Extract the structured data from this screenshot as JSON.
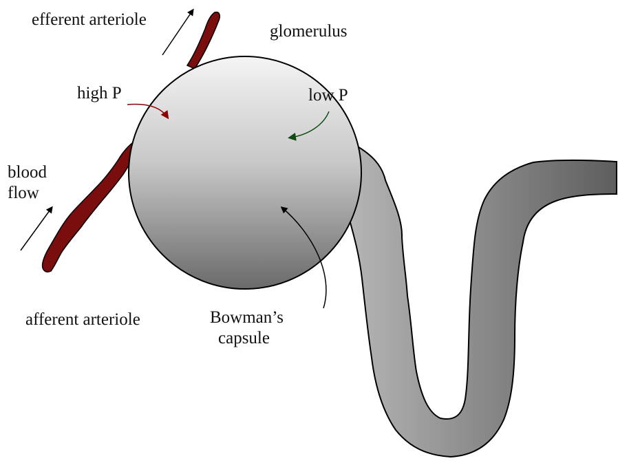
{
  "labels": {
    "efferent": "efferent arteriole",
    "glomerulus": "glomerulus",
    "high_p": "high P",
    "low_p": "low P",
    "blood_line1": "blood",
    "blood_line2": "flow",
    "afferent": "afferent arteriole",
    "bowman_line1": "Bowman’s",
    "bowman_line2": "capsule"
  },
  "colors": {
    "arteriole": "#7a0e0e",
    "high_p_arrow": "#8b0000",
    "low_p_arrow": "#0f4a12",
    "capsule_light": "#f4f4f4",
    "capsule_dark": "#6a6a6a",
    "tubule_light": "#c2c2c2",
    "tubule_dark": "#6e6e6e"
  }
}
